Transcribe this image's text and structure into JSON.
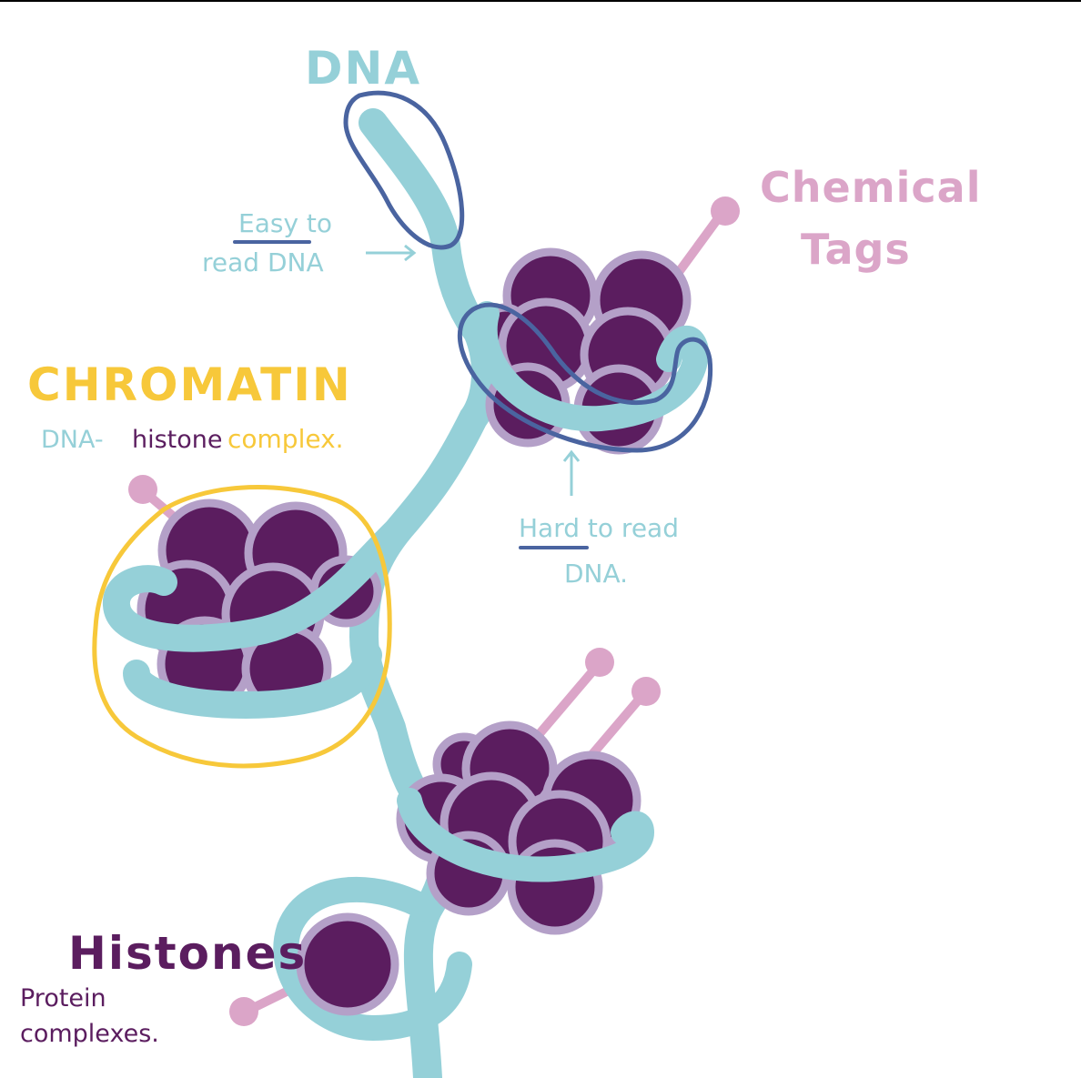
{
  "colors": {
    "dna": "#95d0d8",
    "histone_fill": "#5b1d5f",
    "histone_ring": "#b4a0c8",
    "outline_blue": "#4a64a0",
    "chromatin_outline": "#f7c83a",
    "chemical_tag": "#dba5c8",
    "chromatin_text": "#f7c83a",
    "histone_text": "#5b1d5f"
  },
  "labels": {
    "dna_title": "DNA",
    "easy_line1": "Easy to",
    "easy_line2": "read DNA",
    "chemical_line1": "Chemical",
    "chemical_line2": "Tags",
    "chromatin_title": "CHROMATIN",
    "chromatin_sub_dna": "DNA-",
    "chromatin_sub_histone": "histone",
    "chromatin_sub_complex": "complex.",
    "hard_line1": "Hard to read",
    "hard_line2": "DNA.",
    "histones_title": "Histones",
    "histones_sub1": "Protein",
    "histones_sub2": "complexes."
  },
  "icons": [
    "arrow-right-icon",
    "arrow-up-icon",
    "chemical-tag-icon",
    "histone-icon"
  ]
}
